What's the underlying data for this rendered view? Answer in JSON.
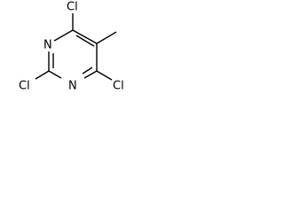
{
  "molecule": {
    "atoms": {
      "cl_top": "Cl",
      "n_upper": "N",
      "cl_bottom_left": "Cl",
      "n_lower": "N",
      "cl_bottom_right": "Cl"
    }
  }
}
